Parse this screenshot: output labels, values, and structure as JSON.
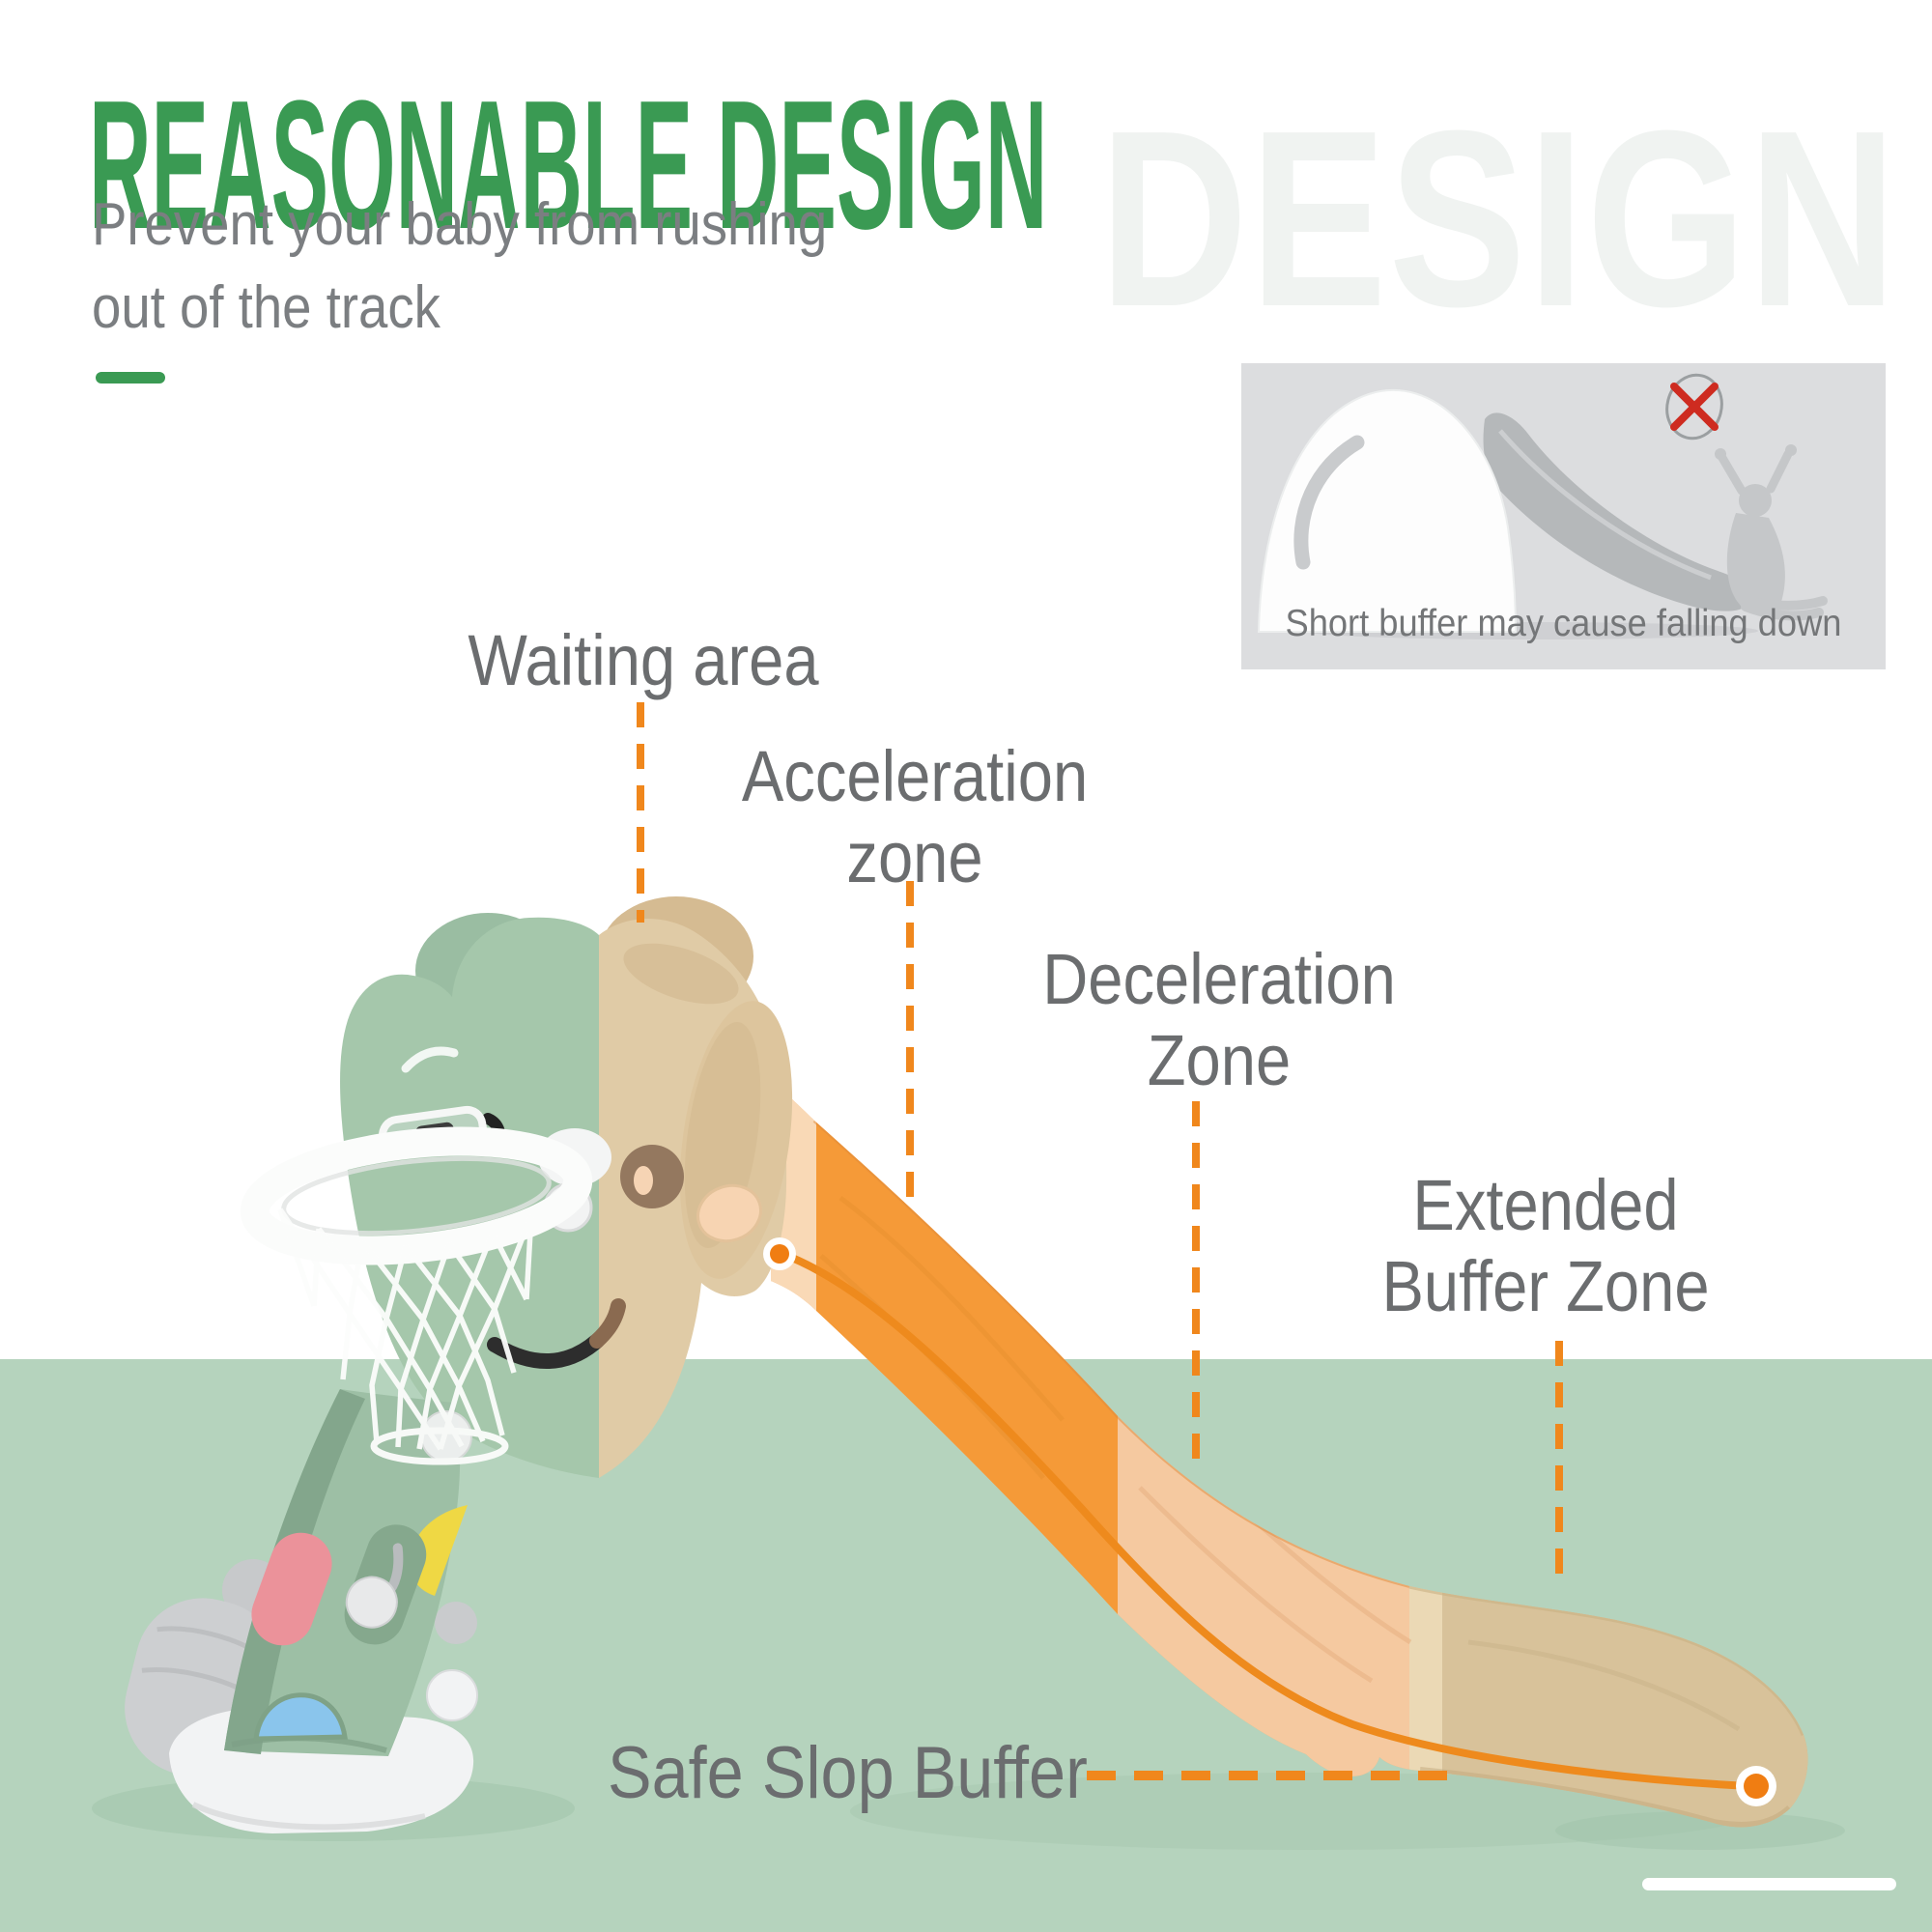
{
  "header": {
    "title": "REASONABLE DESIGN",
    "subtitle_lines": [
      "Prevent your baby from rushing",
      "out of the track"
    ],
    "watermark": "DESIGN"
  },
  "warning_inset": {
    "caption": "Short buffer may cause falling down"
  },
  "callouts": {
    "waiting_area": "Waiting area",
    "acceleration_zone": [
      "Acceleration",
      "zone"
    ],
    "deceleration_zone": [
      "Deceleration",
      "Zone"
    ],
    "extended_buffer_zone": [
      "Extended",
      "Buffer Zone"
    ],
    "safe_slop_buffer": "Safe Slop Buffer"
  },
  "colors": {
    "brand_green": "#3a9a53",
    "accent_orange": "#f0871c",
    "label_gray": "#6b6d6f",
    "floor_green": "#b5d3bd",
    "inset_background": "#dcdddf",
    "wrong_red": "#ce2b20"
  }
}
